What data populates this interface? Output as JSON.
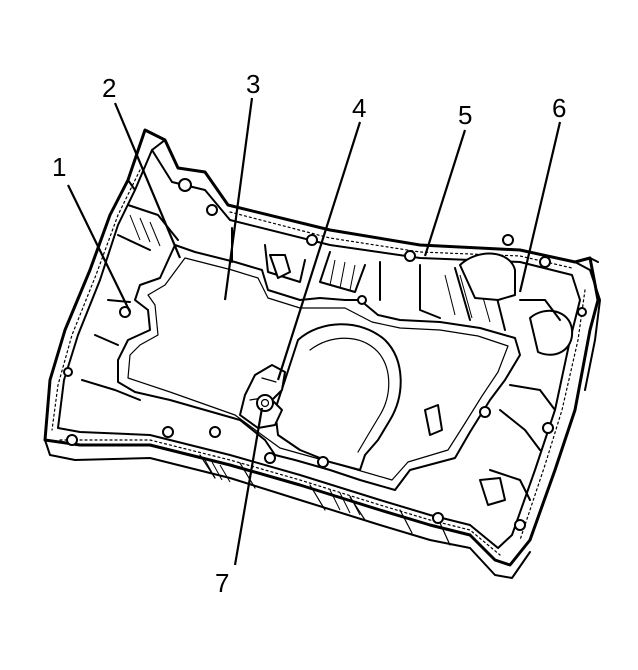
{
  "callouts": [
    {
      "label": "1"
    },
    {
      "label": "2"
    },
    {
      "label": "3"
    },
    {
      "label": "4"
    },
    {
      "label": "5"
    },
    {
      "label": "6"
    },
    {
      "label": "7"
    }
  ]
}
